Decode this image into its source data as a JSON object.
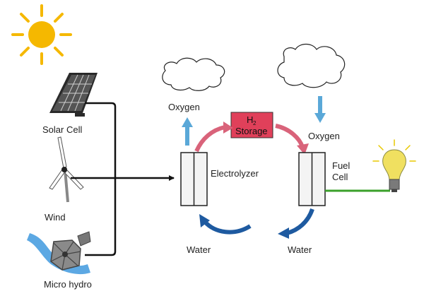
{
  "labels": {
    "solar_cell": "Solar Cell",
    "wind": "Wind",
    "micro_hydro": "Micro hydro",
    "oxygen_left": "Oxygen",
    "oxygen_right": "Oxygen",
    "electrolyzer": "Electrolyzer",
    "fuel_cell_line1": "Fuel",
    "fuel_cell_line2": "Cell",
    "water_left": "Water",
    "water_right": "Water",
    "storage_h": "H",
    "storage_sub": "2",
    "storage_word": "Storage"
  },
  "colors": {
    "sun": "#f5b800",
    "storage_fill": "#e0405a",
    "pink_arrow": "#d9637a",
    "blue_arrow": "#1e5aa0",
    "oxygen_arrow": "#5aa8d8",
    "green_wire": "#3aa02a",
    "bulb": "#f0e060"
  },
  "icons": [
    "sun-icon",
    "solar-panel-icon",
    "wind-turbine-icon",
    "micro-hydro-icon",
    "cloud-icon",
    "light-bulb-icon"
  ]
}
